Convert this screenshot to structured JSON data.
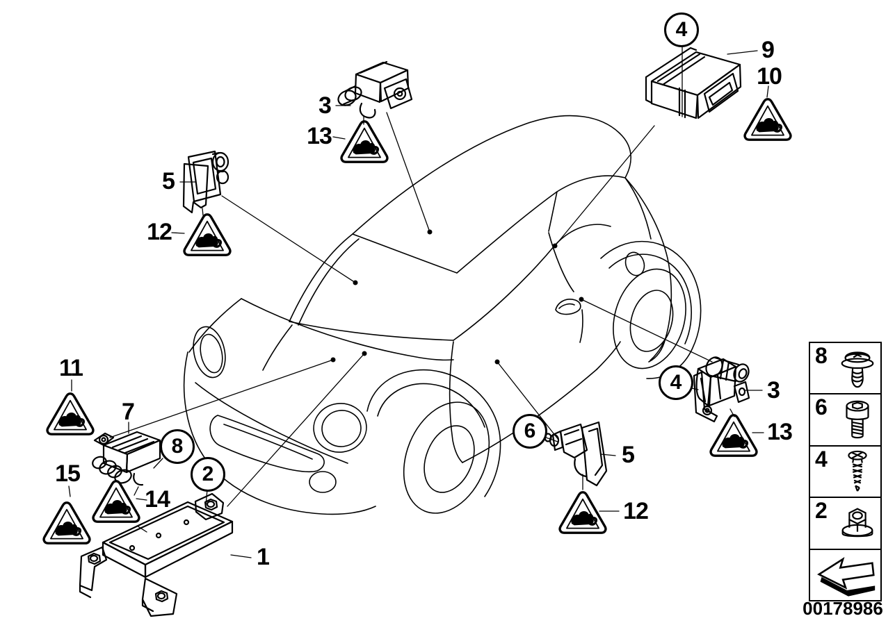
{
  "page": {
    "background": "#ffffff",
    "line_color": "#000000"
  },
  "callouts": {
    "plain": [
      {
        "id": "3-top",
        "label": "3"
      },
      {
        "id": "13-top",
        "label": "13"
      },
      {
        "id": "5-left",
        "label": "5"
      },
      {
        "id": "12-left",
        "label": "12"
      },
      {
        "id": "9",
        "label": "9"
      },
      {
        "id": "10",
        "label": "10"
      },
      {
        "id": "11",
        "label": "11"
      },
      {
        "id": "7",
        "label": "7"
      },
      {
        "id": "15",
        "label": "15"
      },
      {
        "id": "14",
        "label": "14"
      },
      {
        "id": "1",
        "label": "1"
      },
      {
        "id": "5-right",
        "label": "5"
      },
      {
        "id": "12-right",
        "label": "12"
      },
      {
        "id": "3-right",
        "label": "3"
      },
      {
        "id": "13-right",
        "label": "13"
      }
    ],
    "circled": [
      {
        "id": "4-top",
        "label": "4"
      },
      {
        "id": "8",
        "label": "8"
      },
      {
        "id": "2",
        "label": "2"
      },
      {
        "id": "6",
        "label": "6"
      },
      {
        "id": "4-right",
        "label": "4"
      }
    ]
  },
  "legend": {
    "items": [
      {
        "label": "8",
        "icon": "pan-head-screw-icon"
      },
      {
        "label": "6",
        "icon": "socket-head-bolt-icon"
      },
      {
        "label": "4",
        "icon": "self-tapping-screw-icon"
      },
      {
        "label": "2",
        "icon": "flange-nut-icon"
      }
    ],
    "direction_icon": "direction-arrow-icon"
  },
  "icons": {
    "warning": "airbag-warning-triangle-icon"
  },
  "footer": {
    "doc_number": "00178986"
  }
}
